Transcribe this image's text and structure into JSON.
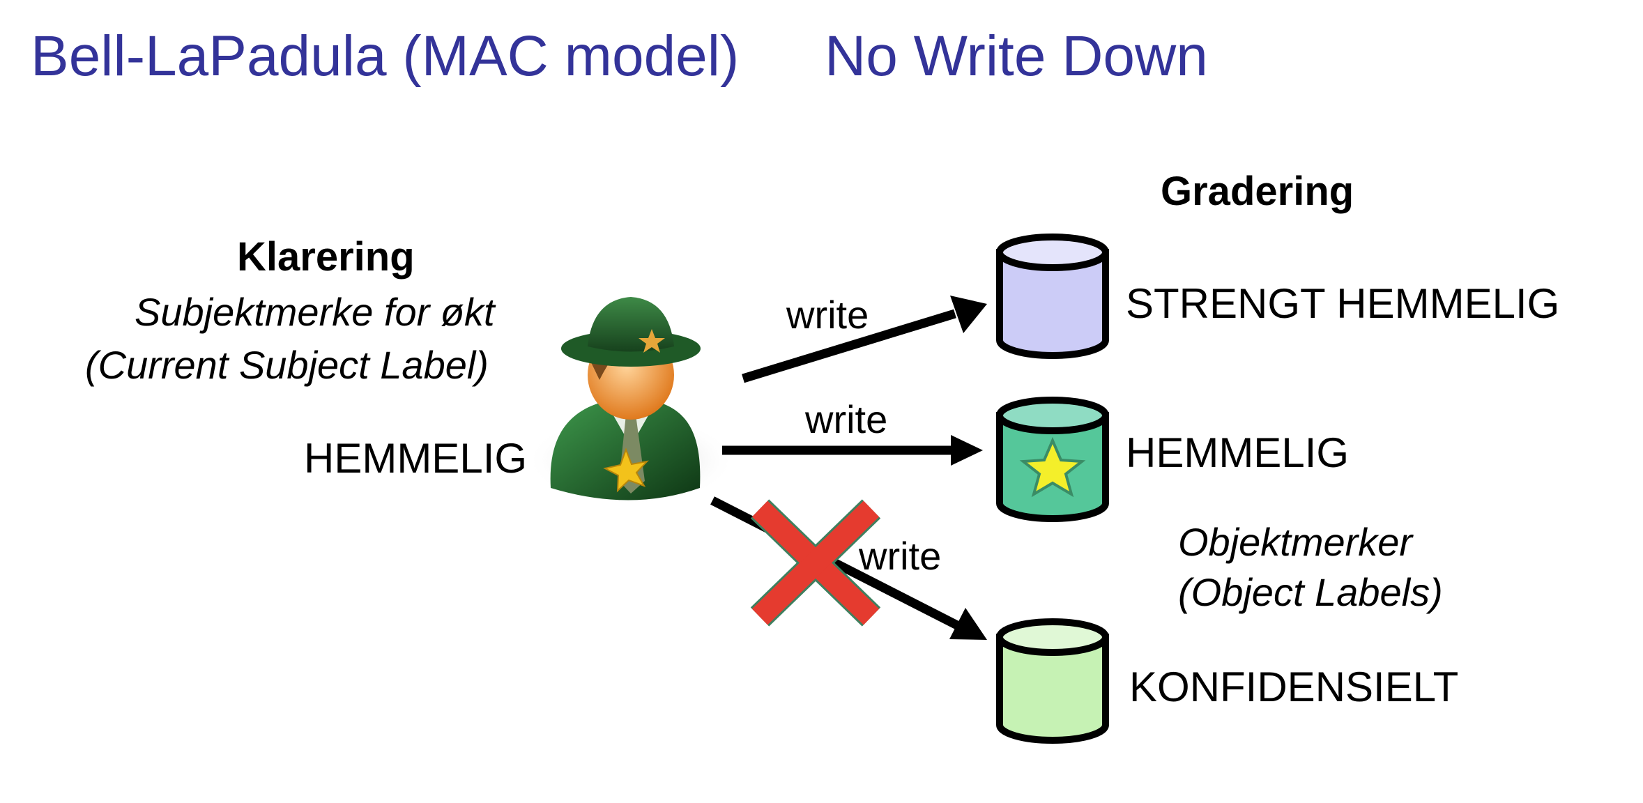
{
  "title": {
    "main": "Bell-LaPadula (MAC model)",
    "sub": "No Write Down"
  },
  "subject": {
    "heading": "Klarering",
    "label_no": "Subjektmerke for økt",
    "label_en": "(Current Subject Label)",
    "level": "HEMMELIG",
    "icon": "sheriff-icon"
  },
  "objects": {
    "heading": "Gradering",
    "labels_no": "Objektmerker",
    "labels_en": "(Object Labels)",
    "items": [
      {
        "label": "STRENGT HEMMELIG",
        "color": "#ccccf7",
        "icon": "database-icon"
      },
      {
        "label": "HEMMELIG",
        "color": "#55c79a",
        "icon": "database-star-icon"
      },
      {
        "label": "KONFIDENSIELT",
        "color": "#c6f2b4",
        "icon": "database-icon"
      }
    ]
  },
  "arrows": [
    {
      "label": "write",
      "allowed": true
    },
    {
      "label": "write",
      "allowed": true
    },
    {
      "label": "write",
      "allowed": false
    }
  ],
  "denied_mark": {
    "icon": "red-x-icon",
    "color": "#e53b2f"
  }
}
